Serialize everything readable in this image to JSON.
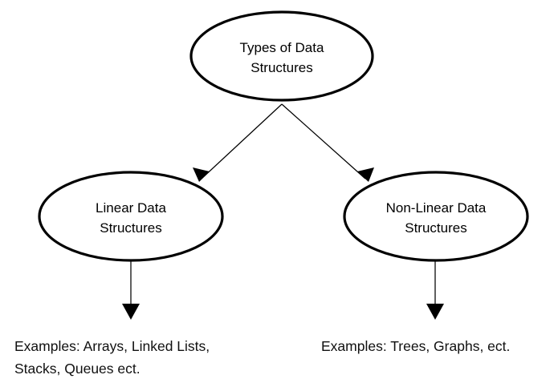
{
  "diagram": {
    "title": "Types of Data Structures",
    "background_color": "#ffffff",
    "stroke_color": "#000000",
    "text_color": "#000000",
    "nodes": {
      "root": {
        "label_line1": "Types of Data",
        "label_line2": "Structures",
        "shape": "ellipse"
      },
      "linear": {
        "label_line1": "Linear Data",
        "label_line2": "Structures",
        "shape": "ellipse"
      },
      "nonlinear": {
        "label_line1": "Non-Linear Data",
        "label_line2": "Structures",
        "shape": "ellipse"
      }
    },
    "examples": {
      "linear": {
        "line1": "Examples: Arrays, Linked Lists,",
        "line2": "Stacks, Queues ect."
      },
      "nonlinear": {
        "line1": "Examples: Trees, Graphs, ect."
      }
    },
    "connectors": [
      {
        "name": "root-to-linear",
        "type": "arrow"
      },
      {
        "name": "root-to-nonlinear",
        "type": "arrow"
      },
      {
        "name": "linear-to-examples",
        "type": "arrow"
      },
      {
        "name": "nonlinear-to-examples",
        "type": "arrow"
      }
    ]
  }
}
